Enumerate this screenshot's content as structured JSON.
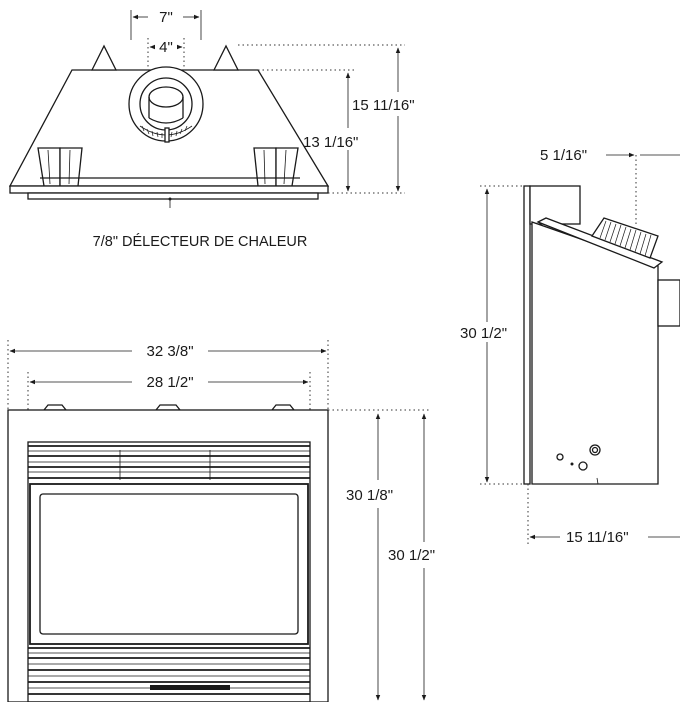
{
  "top_view": {
    "dim_outer_width": "7\"",
    "dim_inner_width": "4\"",
    "dim_total_depth": "15 11/16\"",
    "dim_body_depth": "13 1/16\"",
    "caption": "7/8\" DÉLECTEUR DE CHALEUR"
  },
  "front_view": {
    "dim_overall_width": "32 3/8\"",
    "dim_opening_width": "28 1/2\"",
    "dim_inner_height": "30 1/8\"",
    "dim_overall_height": "30 1/2\""
  },
  "side_view": {
    "dim_top_offset": "5 1/16\"",
    "dim_height": "30 1/2\"",
    "dim_depth": "15 11/16\""
  },
  "colors": {
    "line": "#1a1a1a",
    "background": "#ffffff"
  }
}
